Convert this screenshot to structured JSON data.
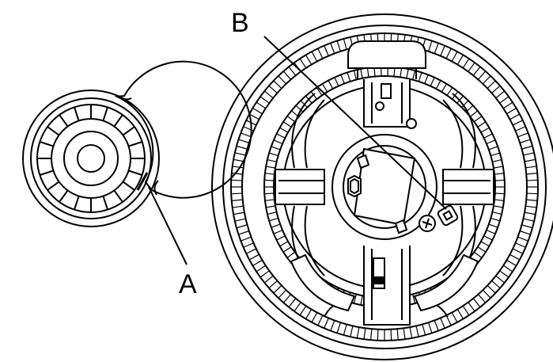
{
  "diagram": {
    "callout_a": "A",
    "callout_b": "B",
    "line_color": "#000000",
    "background": "#ffffff"
  },
  "parts": {
    "small_disc": {
      "outer_ring_teeth": 20
    },
    "large_disc": {
      "outer_ring_teeth": 140,
      "inner_ring_teeth": 110
    }
  }
}
